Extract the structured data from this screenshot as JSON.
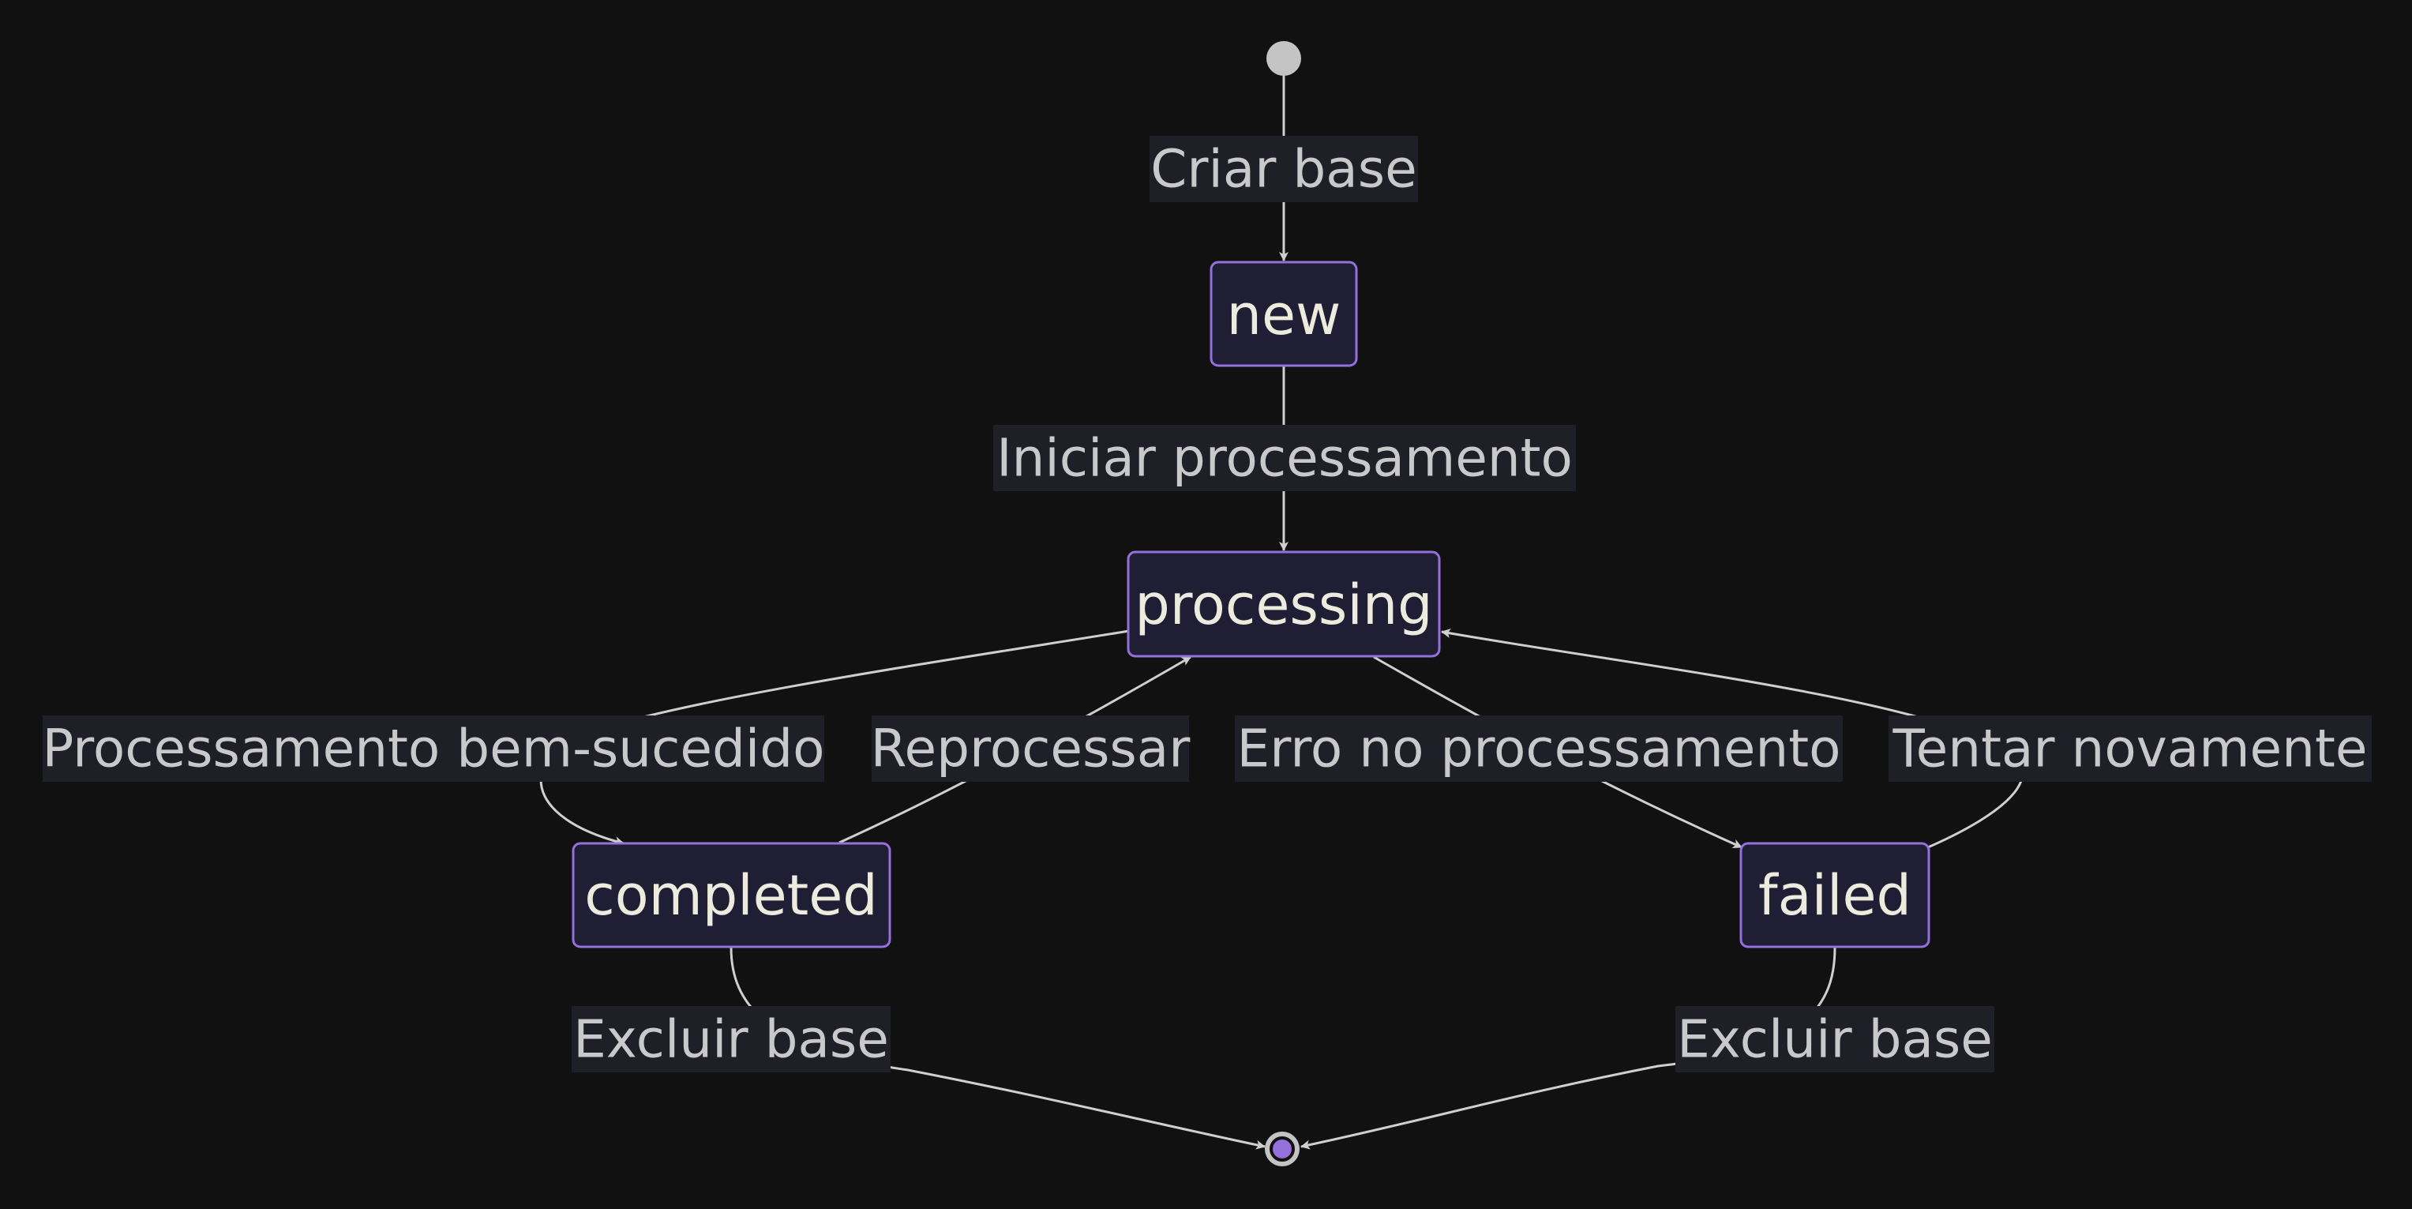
{
  "diagram": {
    "type": "state-diagram",
    "colors": {
      "background": "#111112",
      "state_fill": "#1f1e34",
      "state_border": "#9370db",
      "state_text": "#ecebdd",
      "edge": "#cfcfcf",
      "label_bg": "#1f1f27",
      "label_text": "#c9c9cc",
      "start_marker": "#c4c4c4",
      "end_marker_fill": "#9370db"
    },
    "states": {
      "new": "new",
      "processing": "processing",
      "completed": "completed",
      "failed": "failed"
    },
    "transitions": [
      {
        "from": "start",
        "to": "new",
        "label": "Criar base"
      },
      {
        "from": "new",
        "to": "processing",
        "label": "Iniciar processamento"
      },
      {
        "from": "processing",
        "to": "completed",
        "label": "Processamento bem-sucedido"
      },
      {
        "from": "completed",
        "to": "processing",
        "label": "Reprocessar"
      },
      {
        "from": "processing",
        "to": "failed",
        "label": "Erro no processamento"
      },
      {
        "from": "failed",
        "to": "processing",
        "label": "Tentar novamente"
      },
      {
        "from": "completed",
        "to": "end",
        "label": "Excluir base"
      },
      {
        "from": "failed",
        "to": "end",
        "label": "Excluir base"
      }
    ]
  }
}
